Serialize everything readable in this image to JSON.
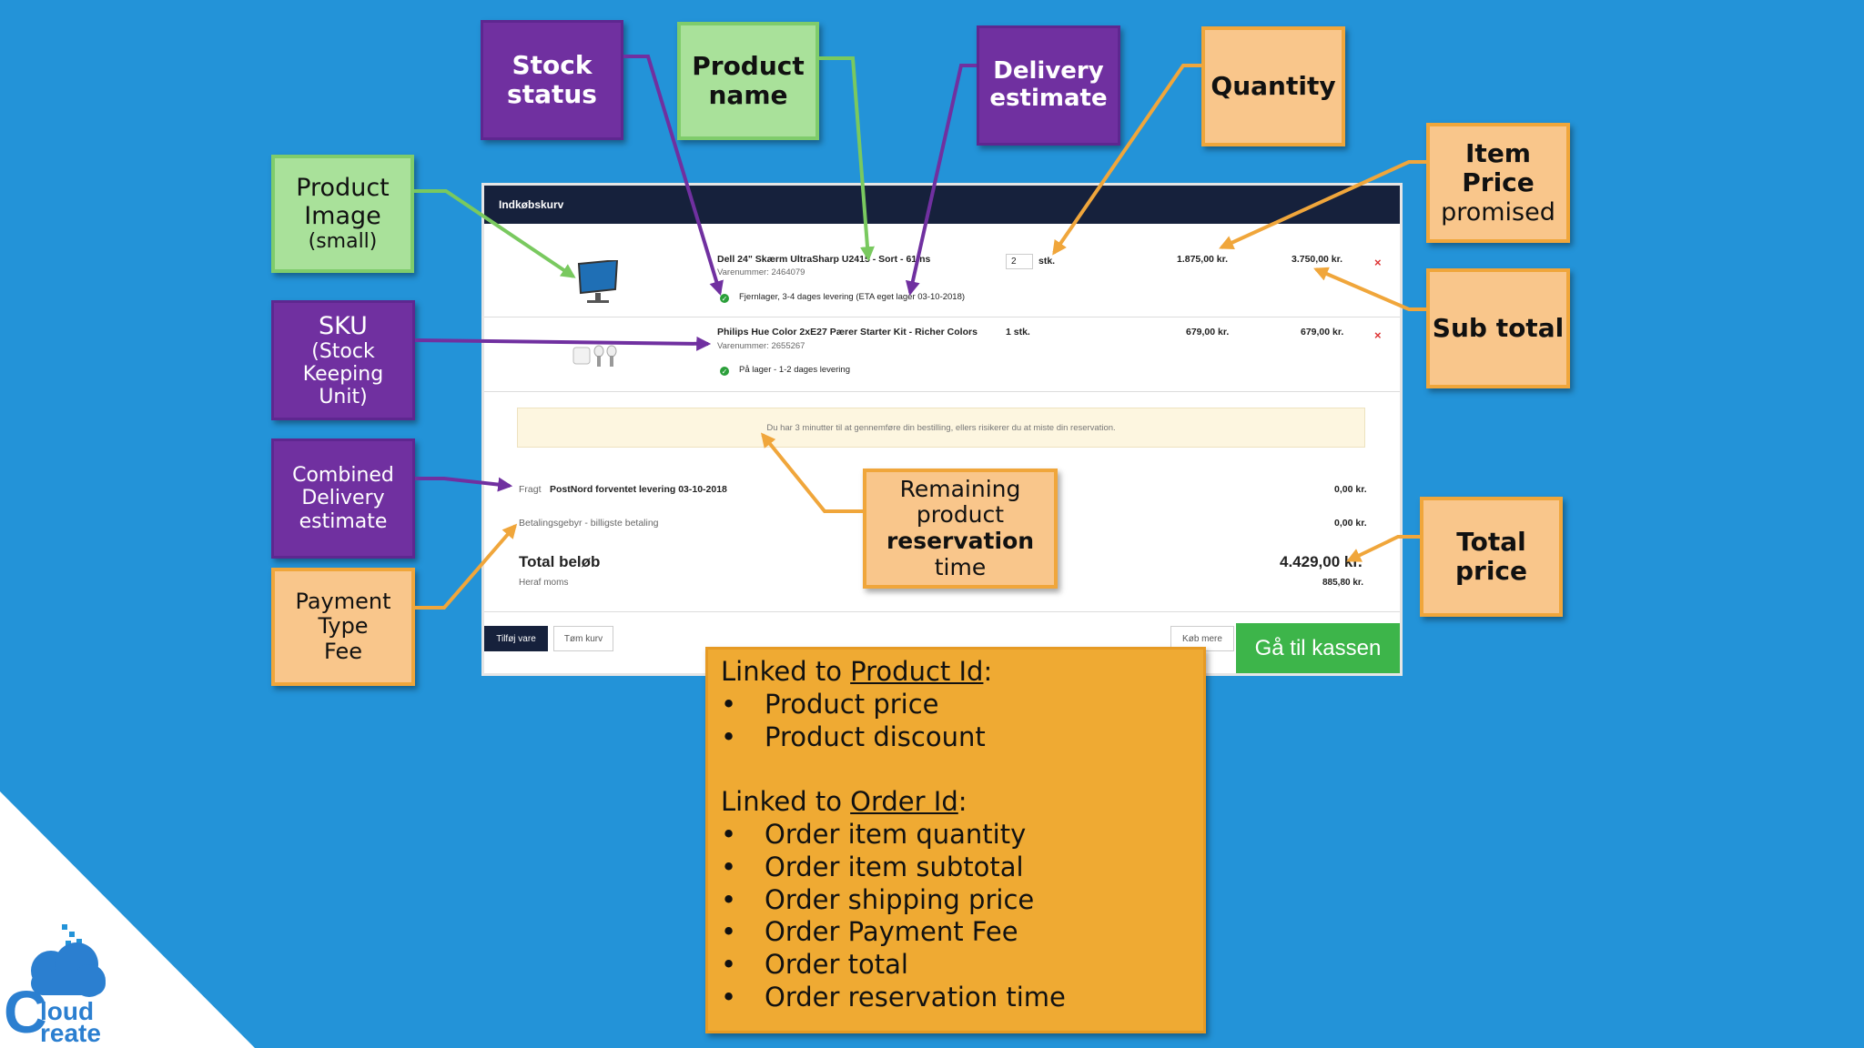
{
  "callouts": {
    "stock_status": {
      "line1": "Stock",
      "line2": "status"
    },
    "product_name": {
      "line1": "Product",
      "line2": "name"
    },
    "delivery_estimate": {
      "line1": "Delivery",
      "line2": "estimate"
    },
    "quantity": {
      "label": "Quantity"
    },
    "item_price": {
      "line1": "Item Price",
      "line2": "promised"
    },
    "sub_total": {
      "label": "Sub total"
    },
    "product_image": {
      "line1": "Product",
      "line2": "Image",
      "line3": "(small)"
    },
    "sku": {
      "line1": "SKU",
      "line2": "(Stock",
      "line3": "Keeping",
      "line4": "Unit)"
    },
    "combined_delivery": {
      "line1": "Combined",
      "line2": "Delivery",
      "line3": "estimate"
    },
    "payment_fee": {
      "line1": "Payment",
      "line2": "Type",
      "line3": "Fee"
    },
    "remaining_time": {
      "line1": "Remaining",
      "line2": "product",
      "line3": "reservation",
      "line4": "time"
    },
    "total_price": {
      "line1": "Total",
      "line2": "price"
    }
  },
  "cart": {
    "header": "Indkøbskurv",
    "items": [
      {
        "name": "Dell 24\" Skærm UltraSharp U2415 - Sort - 61 ns",
        "sku": "Varenummer: 2464079",
        "stock": "Fjernlager, 3-4 dages levering (ETA eget lager 03-10-2018)",
        "qty_value": "2",
        "qty_unit": "stk.",
        "price": "1.875,00 kr.",
        "subtotal": "3.750,00 kr."
      },
      {
        "name": "Philips Hue Color 2xE27 Pærer Starter Kit - Richer Colors",
        "sku": "Varenummer: 2655267",
        "stock": "På lager - 1-2 dages levering",
        "qty_text": "1 stk.",
        "price": "679,00 kr.",
        "subtotal": "679,00 kr."
      }
    ],
    "remove_glyph": "×",
    "check_glyph": "✓",
    "reservation_notice": "Du har 3 minutter til at gennemføre din bestilling, ellers risikerer du at miste din reservation.",
    "shipping_label": "Fragt",
    "shipping_text": "PostNord forventet levering 03-10-2018",
    "shipping_price": "0,00 kr.",
    "payment_fee_label": "Betalingsgebyr - billigste betaling",
    "payment_fee_price": "0,00 kr.",
    "total_label": "Total beløb",
    "total_value": "4.429,00 kr.",
    "vat_label": "Heraf moms",
    "vat_value": "885,80 kr.",
    "add_item_button": "Tilføj vare",
    "empty_cart_button": "Tøm kurv",
    "buy_more_button": "Køb mere",
    "checkout_button": "Gå til kassen"
  },
  "info": {
    "product_prefix": "Linked to ",
    "product_link": "Product Id",
    "product_suffix": ":",
    "product_items": [
      "Product price",
      "Product discount"
    ],
    "order_prefix": "Linked to ",
    "order_link": "Order Id",
    "order_suffix": ":",
    "order_items": [
      "Order item quantity",
      "Order item subtotal",
      "Order shipping price",
      "Order Payment Fee",
      "Order total",
      "Order reservation time"
    ],
    "bullet": "•"
  },
  "logo": {
    "line1": "loud",
    "line2": "reate",
    "initial": "C"
  },
  "colors": {
    "background": "#2393d8",
    "purple": "#7030a0",
    "green": "#a9e19a",
    "orange": "#f9c68b",
    "info_box": "#efaa33",
    "checkout": "#3db54a",
    "cart_header": "#16213c"
  }
}
